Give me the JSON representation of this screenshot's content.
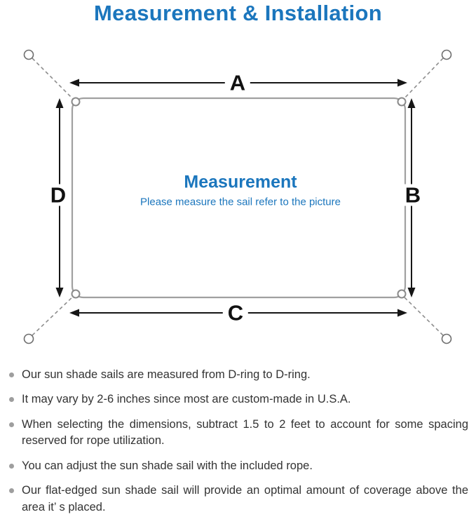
{
  "page": {
    "title": "Measurement & Installation"
  },
  "diagram": {
    "labels": {
      "top": "A",
      "right": "B",
      "bottom": "C",
      "left": "D"
    },
    "center": {
      "title": "Measurement",
      "subtitle": "Please measure the sail refer to the picture"
    }
  },
  "notes": {
    "items": [
      "Our sun shade sails are measured from D-ring to D-ring.",
      "It may vary by 2-6 inches since most are custom-made in U.S.A.",
      "When selecting the dimensions, subtract 1.5 to 2 feet to account for some spacing reserved for rope utilization.",
      "You can adjust the sun shade sail with the included rope.",
      "Our flat-edged sun shade sail will provide an optimal amount of coverage above the area it’ s placed."
    ]
  },
  "colors": {
    "accent_blue": "#1b76bd",
    "arrow_dark": "#161616",
    "sail_gray": "#a0a0a0",
    "rope_gray": "#8d8d8d",
    "text": "#333333",
    "bullet_gray": "#9e9e9e"
  }
}
